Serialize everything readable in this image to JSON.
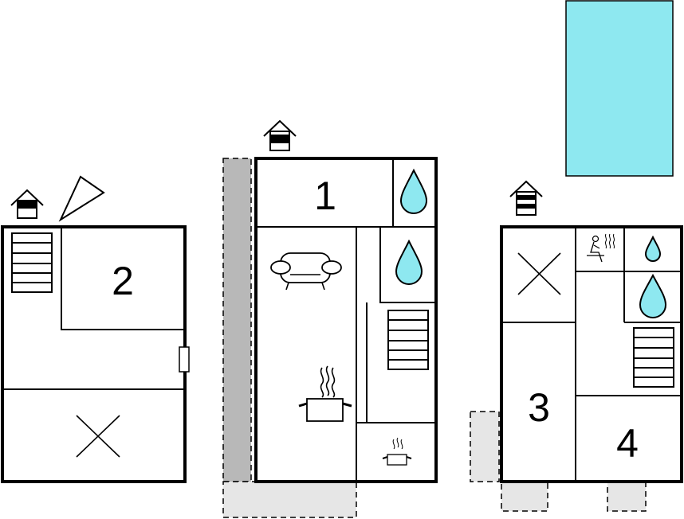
{
  "rooms": [
    {
      "label": "1"
    },
    {
      "label": "2"
    },
    {
      "label": "3"
    },
    {
      "label": "4"
    }
  ],
  "icons": {
    "pool": "pool-icon",
    "entrance": "entrance-icon",
    "compass": "compass-icon",
    "bathroom": "water-drop-icon",
    "stairs": "stairs-icon",
    "living": "sofa-icon",
    "kitchen": "cooking-pot-icon",
    "sauna": "sauna-icon",
    "bed": "bed-cross-icon"
  },
  "colors": {
    "pool": "#8ee8f0",
    "water": "#8ee8f0",
    "terrace_dark": "#b8b8b8",
    "terrace_light": "#e6e6e6",
    "wall": "#000000"
  }
}
